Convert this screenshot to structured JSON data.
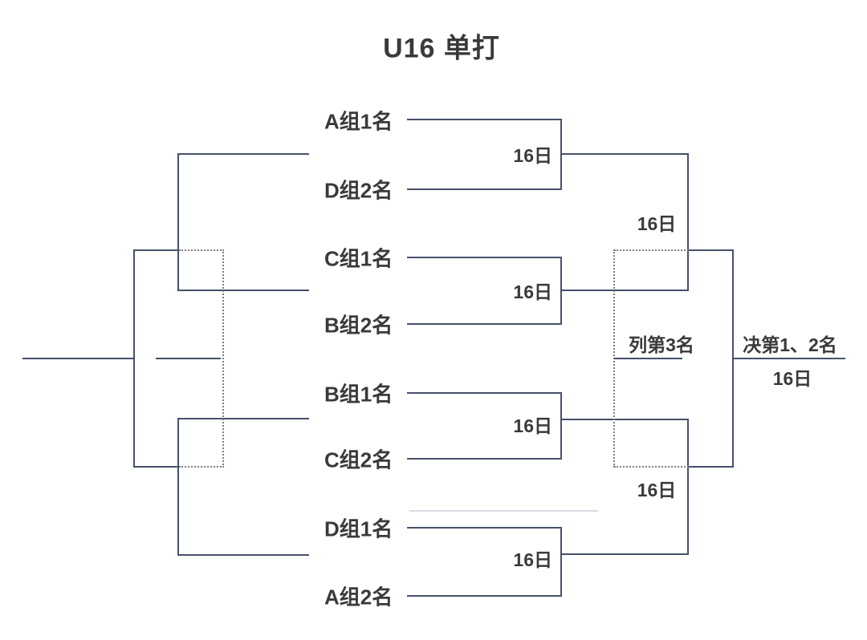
{
  "title": "U16 单打",
  "colors": {
    "line": "#46506a",
    "dot": "#7d7d7d",
    "text": "#3a3a3a",
    "ghost": "#d9dce4",
    "bg": "#ffffff"
  },
  "bracket": {
    "type": "single-elimination-8",
    "round1": [
      {
        "top": "A组1名",
        "bottom": "D组2名",
        "date": "16日"
      },
      {
        "top": "C组1名",
        "bottom": "B组2名",
        "date": "16日"
      },
      {
        "top": "B组1名",
        "bottom": "C组2名",
        "date": "16日"
      },
      {
        "top": "D组1名",
        "bottom": "A组2名",
        "date": "16日"
      }
    ],
    "semifinals": [
      {
        "date": "16日"
      },
      {
        "date": "16日"
      }
    ],
    "third_place": {
      "label": "列第3名"
    },
    "final": {
      "label": "决第1、2名",
      "date": "16日"
    }
  }
}
